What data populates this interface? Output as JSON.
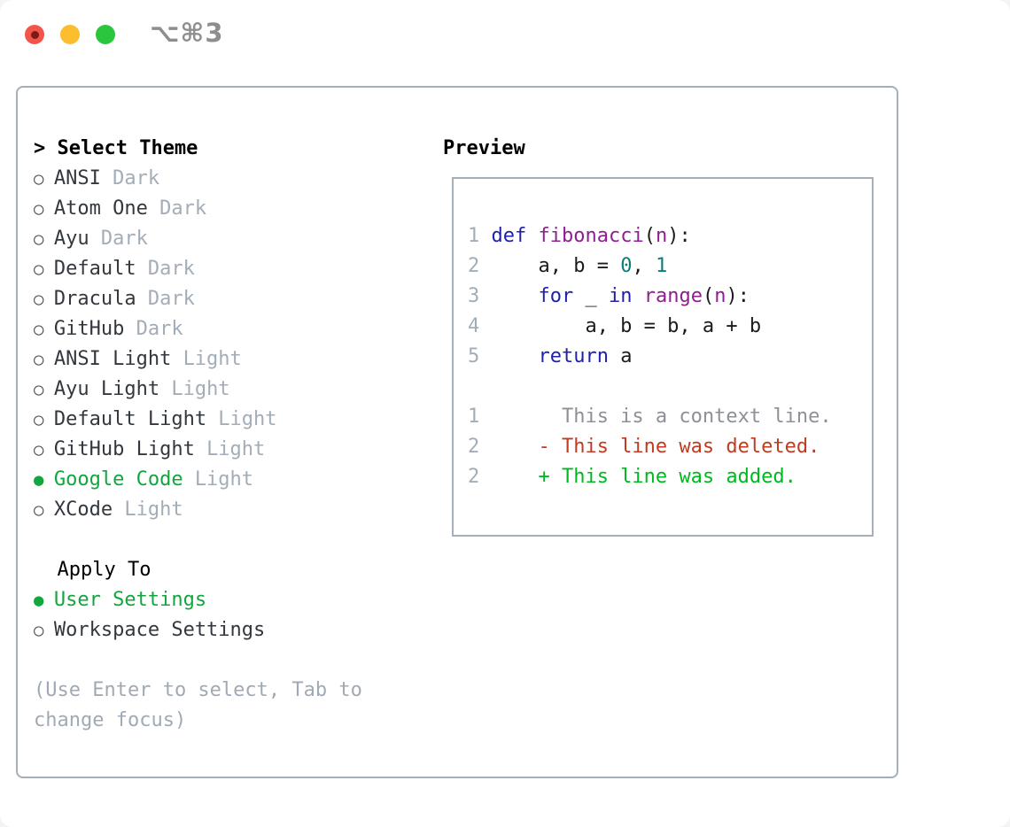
{
  "window": {
    "title": "⌥⌘3",
    "traffic_lights": [
      "close",
      "minimize",
      "zoom"
    ]
  },
  "theme_list": {
    "header": "Select Theme",
    "header_prefix": ">",
    "items": [
      {
        "name": "ANSI",
        "tag": "Dark",
        "selected": false
      },
      {
        "name": "Atom One",
        "tag": "Dark",
        "selected": false
      },
      {
        "name": "Ayu",
        "tag": "Dark",
        "selected": false
      },
      {
        "name": "Default",
        "tag": "Dark",
        "selected": false
      },
      {
        "name": "Dracula",
        "tag": "Dark",
        "selected": false
      },
      {
        "name": "GitHub",
        "tag": "Dark",
        "selected": false
      },
      {
        "name": "ANSI Light",
        "tag": "Light",
        "selected": false
      },
      {
        "name": "Ayu Light",
        "tag": "Light",
        "selected": false
      },
      {
        "name": "Default Light",
        "tag": "Light",
        "selected": false
      },
      {
        "name": "GitHub Light",
        "tag": "Light",
        "selected": false
      },
      {
        "name": "Google Code",
        "tag": "Light",
        "selected": true
      },
      {
        "name": "XCode",
        "tag": "Light",
        "selected": false
      }
    ]
  },
  "apply_to": {
    "header": "Apply To",
    "options": [
      {
        "name": "User Settings",
        "selected": true
      },
      {
        "name": "Workspace Settings",
        "selected": false
      }
    ]
  },
  "help_text": "(Use Enter to select, Tab to change focus)",
  "preview": {
    "header": "Preview",
    "lines": [
      {
        "gutter": "1",
        "parts": [
          [
            "def",
            "kw"
          ],
          [
            " ",
            "pl"
          ],
          [
            "fibonacci",
            "fn"
          ],
          [
            "(",
            "pl"
          ],
          [
            "n",
            "fn"
          ],
          [
            "):",
            "pl"
          ]
        ]
      },
      {
        "gutter": "2",
        "parts": [
          [
            "    a, b = ",
            "pl"
          ],
          [
            "0",
            "num"
          ],
          [
            ", ",
            "pl"
          ],
          [
            "1",
            "num"
          ]
        ]
      },
      {
        "gutter": "3",
        "parts": [
          [
            "    ",
            "pl"
          ],
          [
            "for",
            "kw"
          ],
          [
            " _ ",
            "pl"
          ],
          [
            "in",
            "kw"
          ],
          [
            " ",
            "pl"
          ],
          [
            "range",
            "fn"
          ],
          [
            "(",
            "pl"
          ],
          [
            "n",
            "fn"
          ],
          [
            "):",
            "pl"
          ]
        ]
      },
      {
        "gutter": "4",
        "parts": [
          [
            "        a, b = b, a + b",
            "pl"
          ]
        ]
      },
      {
        "gutter": "5",
        "parts": [
          [
            "    ",
            "pl"
          ],
          [
            "return",
            "kw"
          ],
          [
            " a",
            "pl"
          ]
        ]
      },
      {
        "gutter": "",
        "parts": []
      },
      {
        "gutter": "1",
        "parts": [
          [
            "      This is a context line.",
            "ctx"
          ]
        ]
      },
      {
        "gutter": "2",
        "parts": [
          [
            "    - This line was deleted.",
            "del"
          ]
        ]
      },
      {
        "gutter": "2",
        "parts": [
          [
            "    + This line was added.",
            "add"
          ]
        ]
      }
    ]
  },
  "icons": {
    "selected_bullet": "●",
    "unselected_bullet": "○"
  },
  "colors": {
    "selection_green": "#11a63e",
    "tag_gray": "#a3adb8",
    "item_text": "#33383e",
    "panel_border": "#a6aeb8",
    "keyword_blue": "#1f1fae",
    "function_purple": "#8e1f8e",
    "literal_teal": "#0d7d78",
    "diff_red": "#c23a20",
    "diff_green": "#00b81f",
    "context_gray": "#8d9096",
    "title_gray": "#8e8e8e",
    "light_red": "#f1564a",
    "light_yellow": "#fcbd2f",
    "light_green": "#2bc53e"
  }
}
